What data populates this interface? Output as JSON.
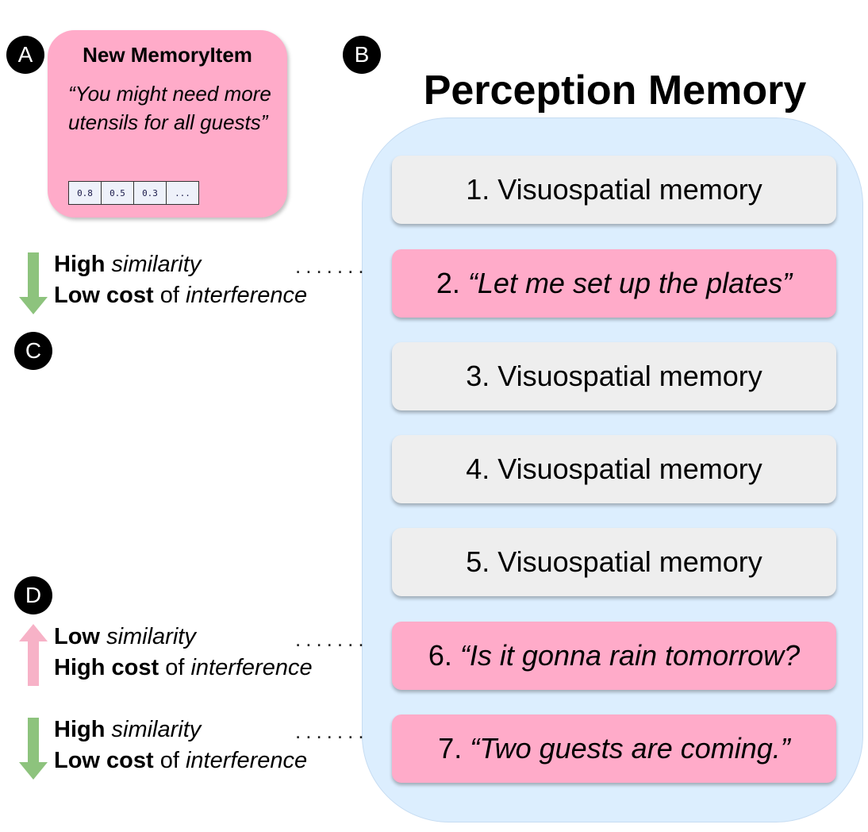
{
  "badges": {
    "a": "A",
    "b": "B",
    "c": "C",
    "d": "D"
  },
  "new_item": {
    "title": "New MemoryItem",
    "quote": "“You might need more utensils for all guests”",
    "vector": [
      "0.8",
      "0.5",
      "0.3",
      "..."
    ]
  },
  "perception_memory": {
    "title": "Perception Memory",
    "items": [
      {
        "num": "1.",
        "text": "Visuospatial memory",
        "type": "visuospatial"
      },
      {
        "num": "2.",
        "text": "“Let me set up the plates”",
        "type": "verbal"
      },
      {
        "num": "3.",
        "text": "Visuospatial memory",
        "type": "visuospatial"
      },
      {
        "num": "4.",
        "text": "Visuospatial memory",
        "type": "visuospatial"
      },
      {
        "num": "5.",
        "text": "Visuospatial memory",
        "type": "visuospatial"
      },
      {
        "num": "6.",
        "text": "“Is it gonna rain tomorrow?",
        "type": "verbal"
      },
      {
        "num": "7.",
        "text": "“Two guests are coming.”",
        "type": "verbal"
      }
    ]
  },
  "annotations": [
    {
      "sim_level": "High",
      "sim_word": "similarity",
      "cost_level": "Low cost",
      "cost_of": "of",
      "cost_word": "interference",
      "arrow": "down",
      "arrow_color": "#8dc37d"
    },
    {
      "sim_level": "Low",
      "sim_word": "similarity",
      "cost_level": "High cost",
      "cost_of": "of",
      "cost_word": "interference",
      "arrow": "up",
      "arrow_color": "#f7b2c7"
    },
    {
      "sim_level": "High",
      "sim_word": "similarity",
      "cost_level": "Low cost",
      "cost_of": "of",
      "cost_word": "interference",
      "arrow": "down",
      "arrow_color": "#8dc37d"
    }
  ],
  "colors": {
    "pink": "#ffabc9",
    "grey_item": "#eeeeee",
    "container_blue": "#dceefe",
    "green_arrow": "#8dc37d",
    "pink_arrow": "#f7b2c7"
  }
}
